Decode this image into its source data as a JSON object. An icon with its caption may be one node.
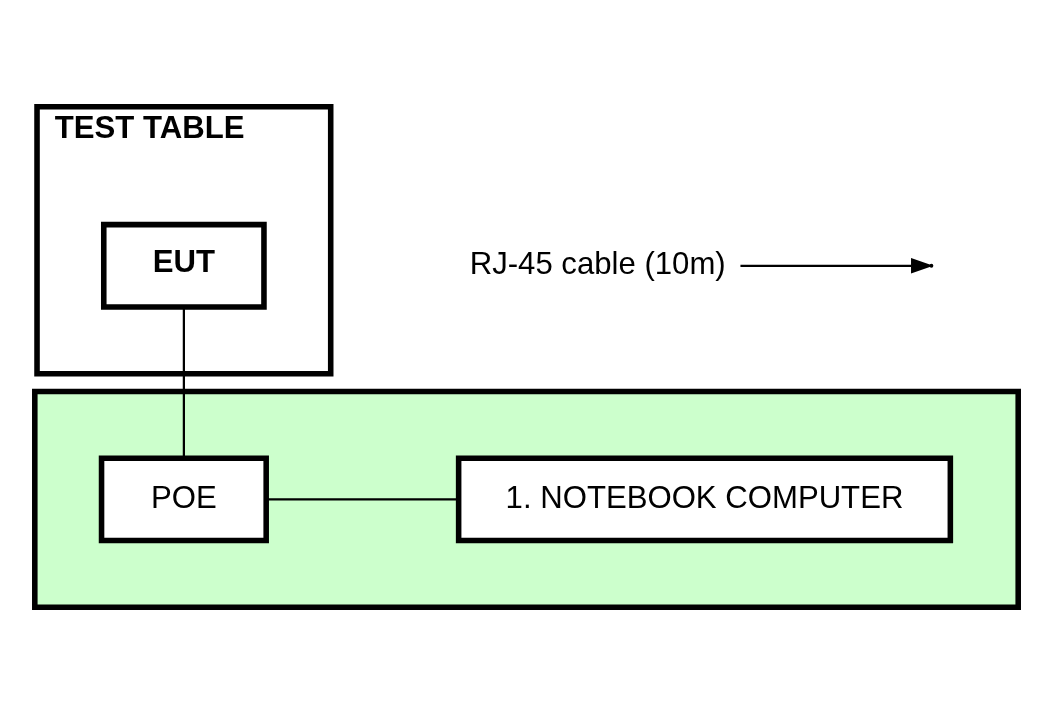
{
  "diagram": {
    "nodes": [
      {
        "text": [
          "TEST TABLE"
        ]
      },
      {
        "text": [
          "EUT"
        ],
        "in": 0
      },
      {
        "text": [],
        "shape": "box"
      },
      {
        "text": [
          "POE"
        ],
        "in": 2
      },
      {
        "text": [
          "1. NOTEBOOK COMPUTER"
        ],
        "in": 2
      },
      {
        "text": [
          "RJ-45 cable (10m)"
        ]
      }
    ],
    "edges": [
      {
        "from": 1,
        "to": 3,
        "arrow": "none"
      },
      {
        "from": 3,
        "to": 4,
        "arrow": "none"
      },
      {
        "from": 5,
        "to": null,
        "arrow": "to"
      }
    ]
  }
}
